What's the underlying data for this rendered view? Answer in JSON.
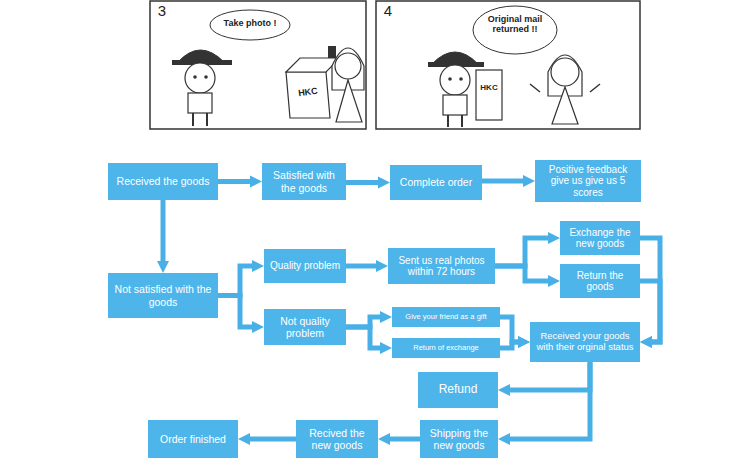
{
  "diagram": {
    "nodes": [
      {
        "text": [
          "Received the goods"
        ]
      },
      {
        "text": [
          "Satisfied with the goods"
        ]
      },
      {
        "text": [
          "Complete order"
        ]
      },
      {
        "text": [
          "Positive feedback give us give us 5 scores"
        ]
      },
      {
        "text": [
          "Not satisfied with the goods"
        ]
      },
      {
        "text": [
          "Quality problem"
        ]
      },
      {
        "text": [
          "Sent us real photos within 72 hours"
        ]
      },
      {
        "text": [
          "Exchange the new goods"
        ]
      },
      {
        "text": [
          "Return the goods"
        ]
      },
      {
        "text": [
          "Not quality problem"
        ]
      },
      {
        "text": [
          "Give your friend as a gift"
        ]
      },
      {
        "text": [
          "Return of exchange"
        ]
      },
      {
        "text": [
          "Received your goods with their orginal status"
        ]
      },
      {
        "text": [
          "Refund"
        ]
      },
      {
        "text": [
          "Shipping the new goods"
        ]
      },
      {
        "text": [
          "Recived the new goods"
        ]
      },
      {
        "text": [
          "Order finished"
        ]
      }
    ],
    "edges": [
      {
        "from": 0,
        "to": 1,
        "arrow": "to"
      },
      {
        "from": 1,
        "to": 2,
        "arrow": "to"
      },
      {
        "from": 2,
        "to": 3,
        "arrow": "to"
      },
      {
        "from": 0,
        "to": 4,
        "arrow": "to"
      },
      {
        "from": 4,
        "to": 5,
        "arrow": "to"
      },
      {
        "from": 4,
        "to": 9,
        "arrow": "to"
      },
      {
        "from": 5,
        "to": 6,
        "arrow": "to"
      },
      {
        "from": 6,
        "to": 7,
        "arrow": "to"
      },
      {
        "from": 6,
        "to": 8,
        "arrow": "to"
      },
      {
        "from": 9,
        "to": 10,
        "arrow": "to"
      },
      {
        "from": 9,
        "to": 11,
        "arrow": "to"
      },
      {
        "from": 10,
        "to": 12,
        "arrow": "to"
      },
      {
        "from": 11,
        "to": 12,
        "arrow": "to"
      },
      {
        "from": 7,
        "to": 12,
        "arrow": "to"
      },
      {
        "from": 8,
        "to": 12,
        "arrow": "to"
      },
      {
        "from": 12,
        "to": 13,
        "arrow": "to"
      },
      {
        "from": 12,
        "to": 14,
        "arrow": "to"
      },
      {
        "from": 14,
        "to": 15,
        "arrow": "to"
      },
      {
        "from": 15,
        "to": 16,
        "arrow": "to"
      }
    ],
    "labels": [
      "3",
      "Take photo !",
      "HKC",
      "4",
      "Original mail returned !!",
      "HKC"
    ]
  }
}
